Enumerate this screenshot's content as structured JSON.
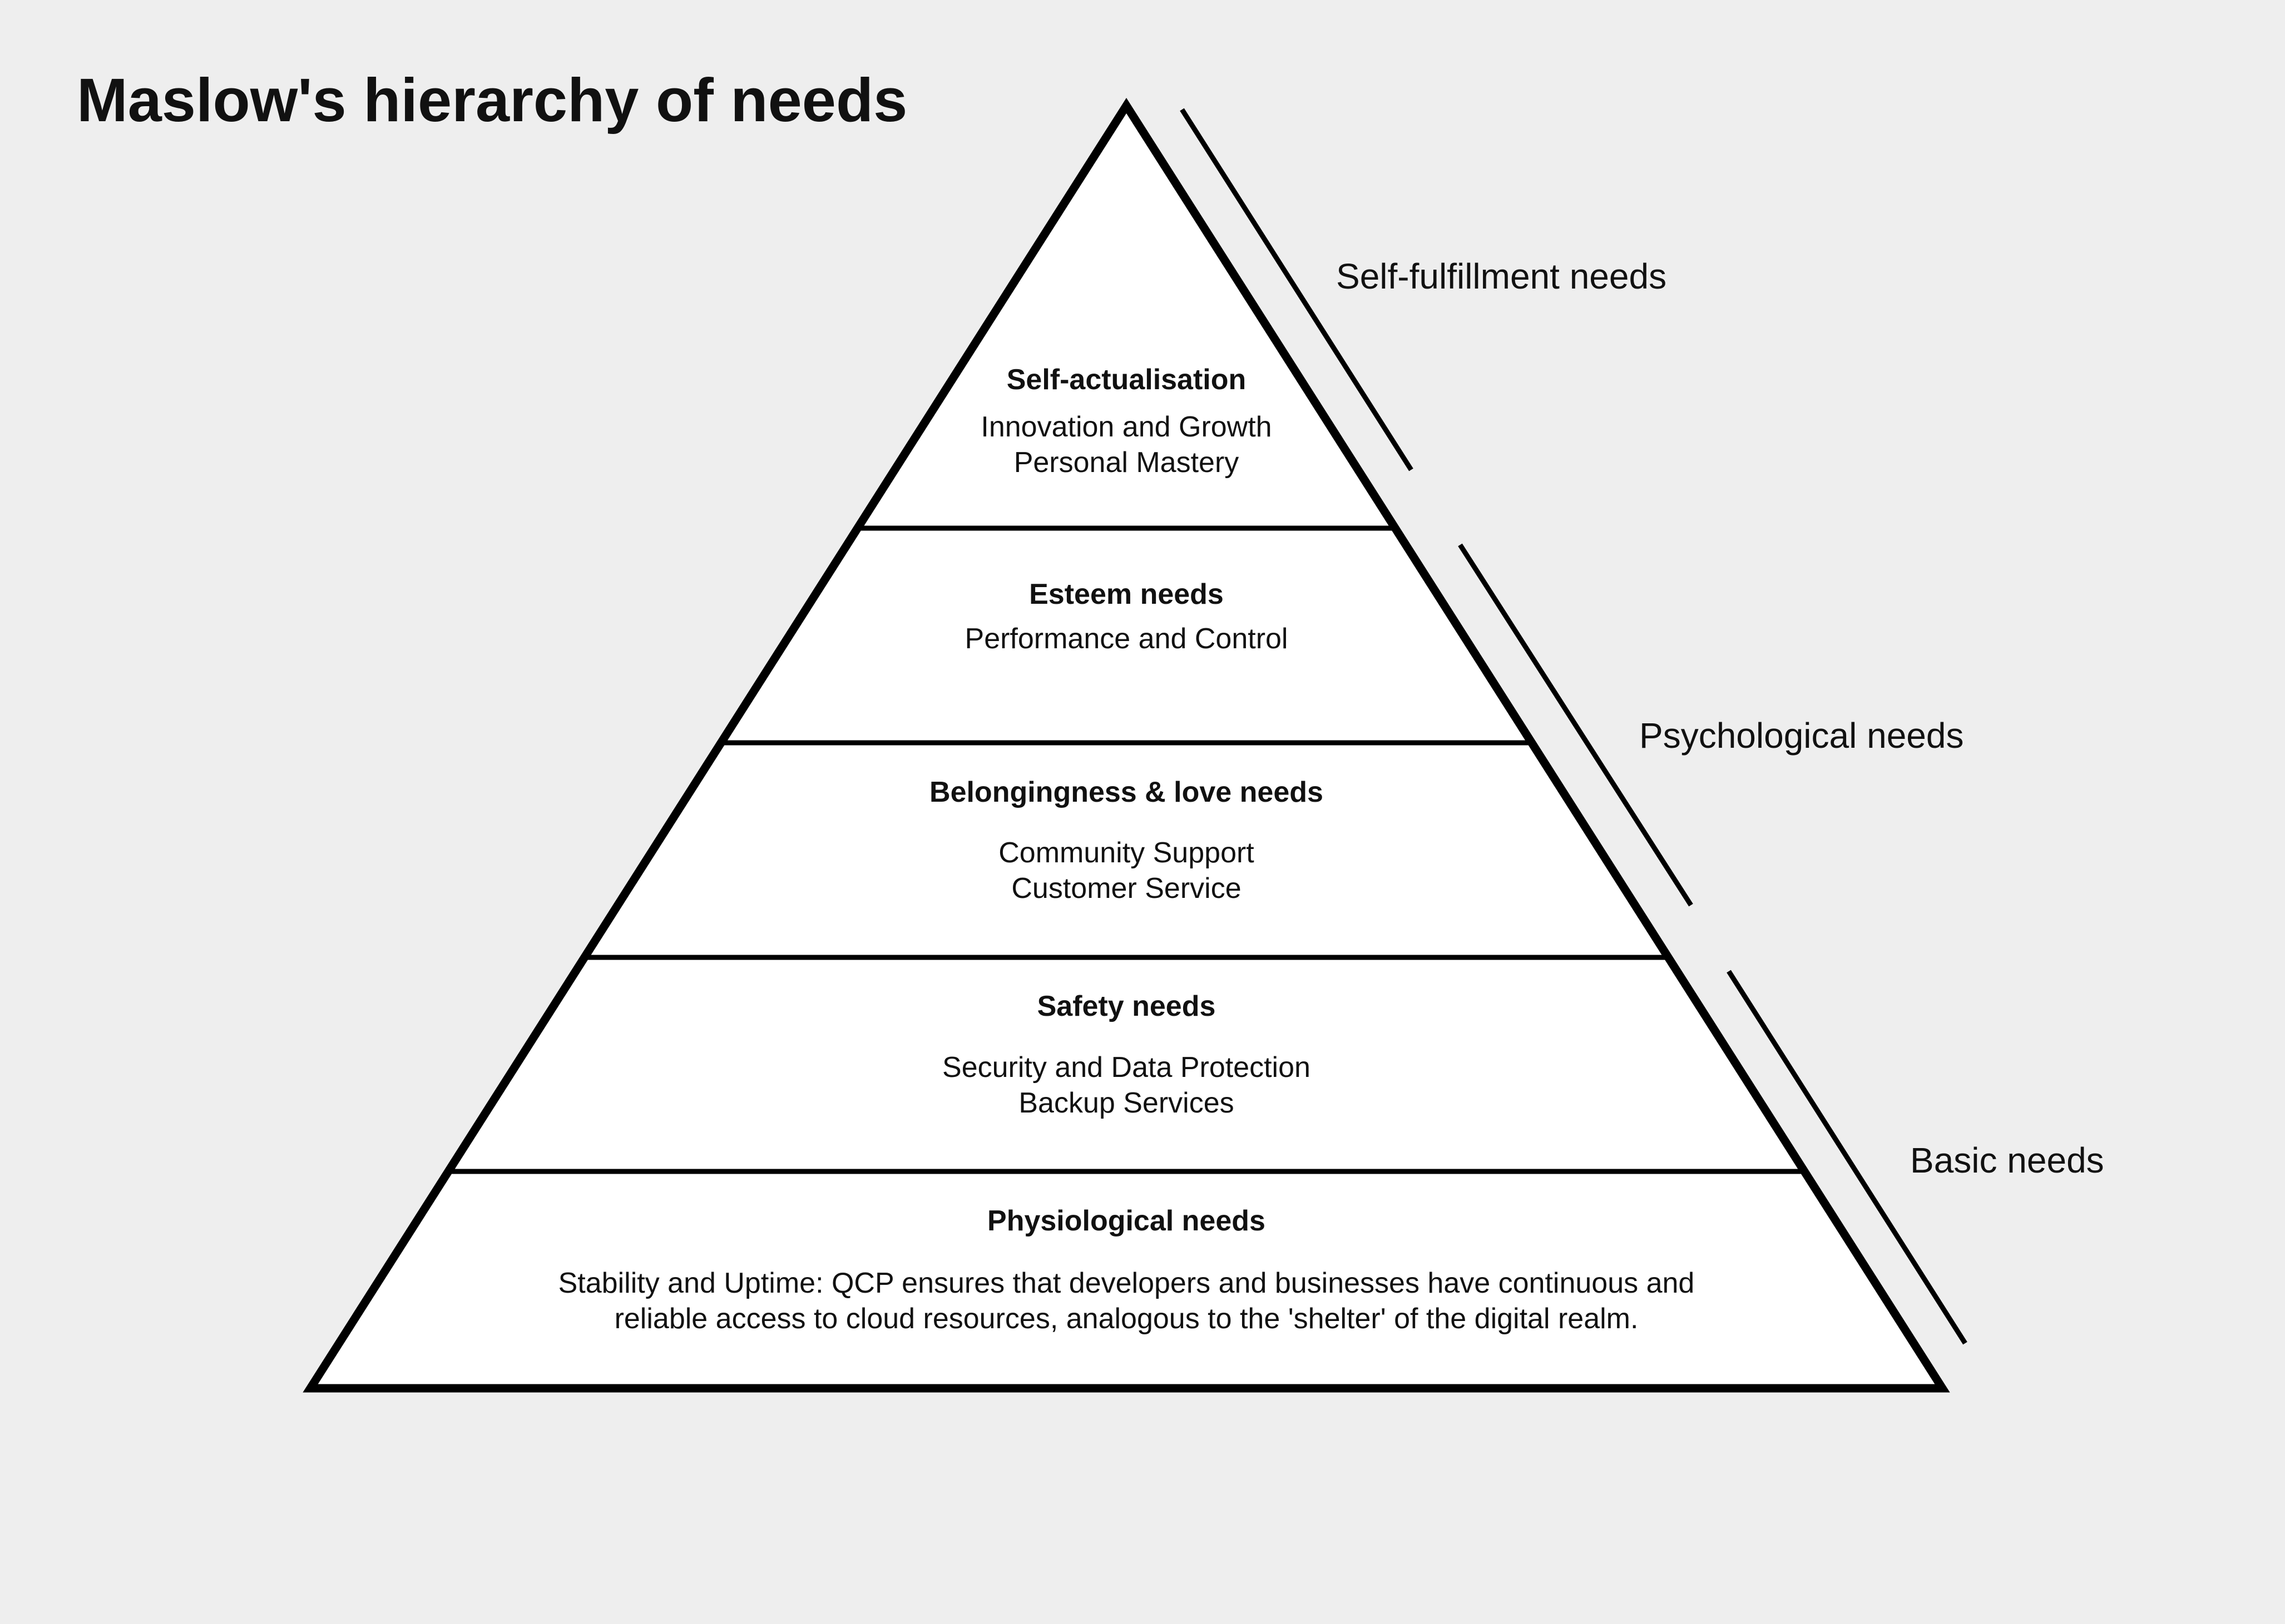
{
  "title": "Maslow's hierarchy of needs",
  "levels": [
    {
      "name": "Self-actualisation",
      "lines": [
        "Innovation and Growth",
        "Personal Mastery"
      ]
    },
    {
      "name": "Esteem needs",
      "lines": [
        "Performance and Control"
      ]
    },
    {
      "name": "Belongingness & love needs",
      "lines": [
        "Community Support",
        "Customer Service"
      ]
    },
    {
      "name": "Safety needs",
      "lines": [
        "Security and Data Protection",
        "Backup Services"
      ]
    },
    {
      "name": "Physiological needs",
      "lines": [
        "Stability and Uptime: QCP ensures that developers and businesses have continuous and",
        "reliable access to cloud resources, analogous to the 'shelter' of the digital realm."
      ]
    }
  ],
  "groups": [
    {
      "label": "Self-fulfillment needs"
    },
    {
      "label": "Psychological needs"
    },
    {
      "label": "Basic needs"
    }
  ],
  "colors": {
    "background": "#eeeeee",
    "fill": "#ffffff",
    "stroke": "#000000",
    "text": "#111111"
  }
}
